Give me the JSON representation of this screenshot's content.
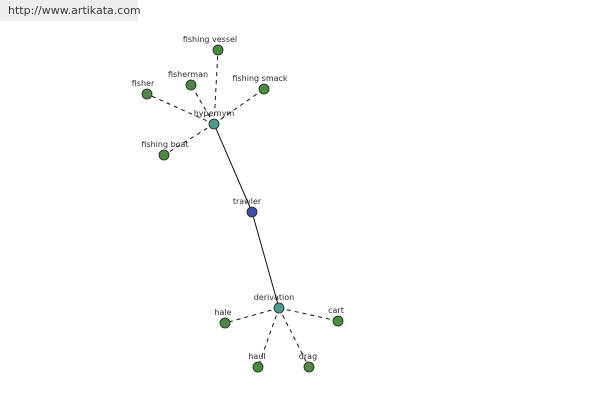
{
  "site": {
    "url_text": "http://www.artikata.com"
  },
  "colors": {
    "word_node": "#4c8a44",
    "relation_node": "#4f9a8e",
    "center_node": "#3f4fa6",
    "edge": "#111111"
  },
  "graph": {
    "center": {
      "id": "trawler",
      "label": "trawler",
      "kind": "center"
    },
    "relations": [
      {
        "id": "hypernym",
        "label": "hypernym",
        "kind": "relation"
      },
      {
        "id": "derivation",
        "label": "derivation",
        "kind": "relation"
      }
    ],
    "words": [
      {
        "id": "fishing-vessel",
        "label": "fishing vessel",
        "parent": "hypernym"
      },
      {
        "id": "fisherman",
        "label": "fisherman",
        "parent": "hypernym"
      },
      {
        "id": "fishing-smack",
        "label": "fishing smack",
        "parent": "hypernym"
      },
      {
        "id": "fisher",
        "label": "fisher",
        "parent": "hypernym"
      },
      {
        "id": "fishing-boat",
        "label": "fishing boat",
        "parent": "hypernym"
      },
      {
        "id": "hale",
        "label": "hale",
        "parent": "derivation"
      },
      {
        "id": "cart",
        "label": "cart",
        "parent": "derivation"
      },
      {
        "id": "haul",
        "label": "haul",
        "parent": "derivation"
      },
      {
        "id": "drag",
        "label": "drag",
        "parent": "derivation"
      }
    ]
  }
}
